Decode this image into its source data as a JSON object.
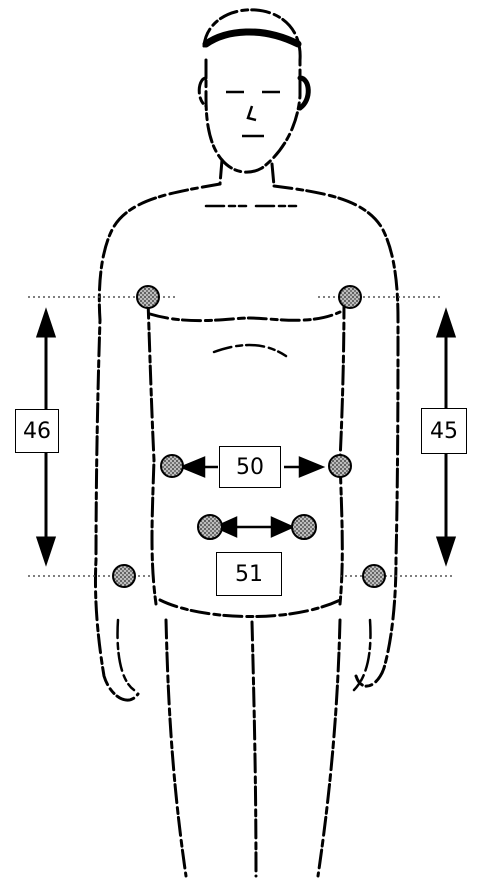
{
  "figure": {
    "labels": {
      "left_arm_span": "46",
      "right_arm_span": "45",
      "waist_width": "50",
      "hip_width": "51"
    },
    "colors": {
      "ink": "#000000",
      "marker": "#555555",
      "background": "#ffffff"
    }
  }
}
